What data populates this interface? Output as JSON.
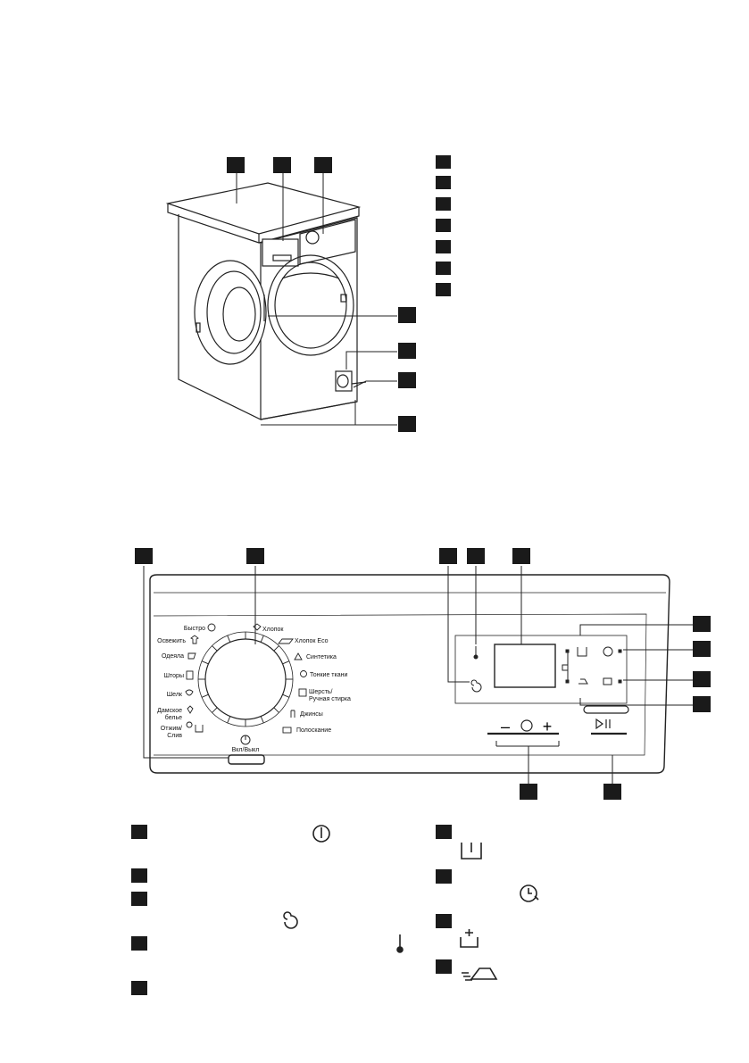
{
  "colors": {
    "ink": "#1a1a1a",
    "callout_fill": "#1a1a1a",
    "line": "#222222",
    "panel_fill": "#ffffff"
  },
  "panel": {
    "programs_left": [
      "Быстро",
      "Освежить",
      "Одеяла",
      "Шторы",
      "Шелк",
      "Дамское",
      "белье",
      "Отжим/",
      "Слив"
    ],
    "programs_right": [
      "Хлопок",
      "Хлопок Eco",
      "Синтетика",
      "Тонкие ткани",
      "Шерсть/",
      "Ручная стирка",
      "Джинсы",
      "Полоскание"
    ],
    "power_label": "Вкл/Выкл",
    "time_minus": "–",
    "time_plus": "+"
  },
  "icons": {
    "power": "power-icon",
    "prewash": "prewash-tub-icon",
    "delay": "delay-clock-icon",
    "extra_rinse": "extra-rinse-icon",
    "easy_iron": "easy-iron-icon",
    "temperature": "thermometer-icon",
    "spin": "spin-spiral-icon",
    "start_pause": "start-pause-icon",
    "time_manager": "time-manager-icon"
  }
}
